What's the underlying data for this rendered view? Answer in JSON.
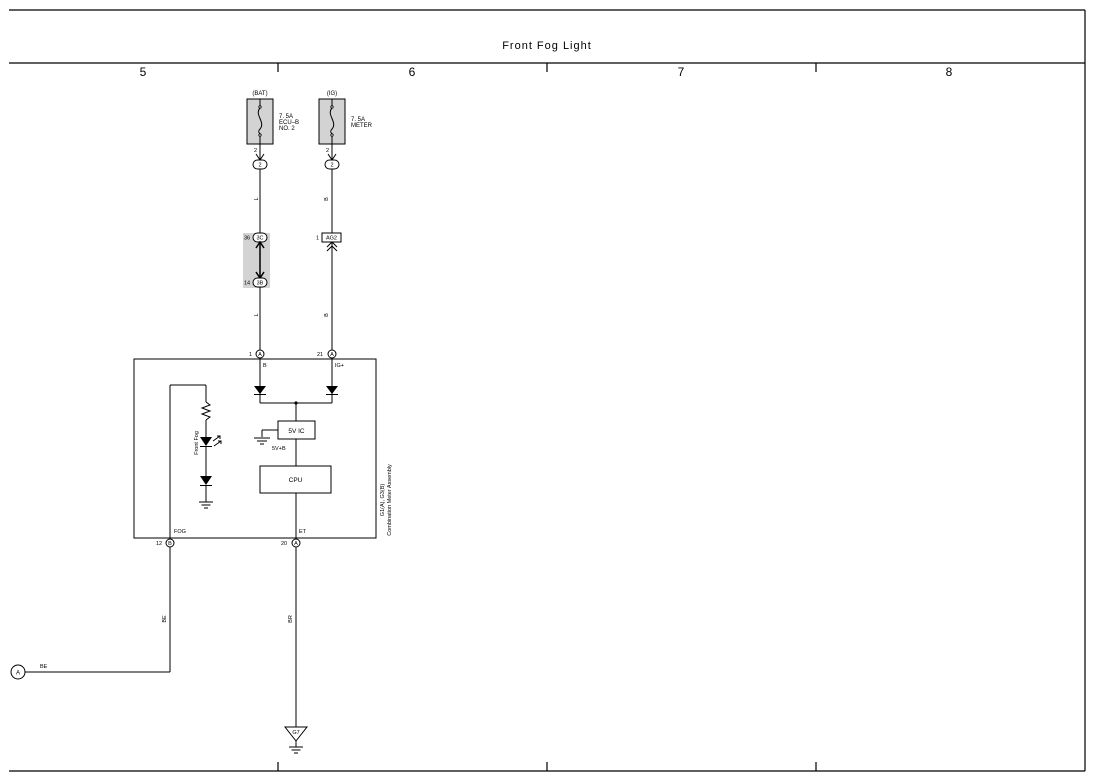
{
  "title": "Front Fog Light",
  "columns": [
    "5",
    "6",
    "7",
    "8"
  ],
  "fuses": [
    {
      "source": "(BAT)",
      "rating": "7. 5A",
      "name1": "ECU–B",
      "name2": "NO. 2",
      "pin": "2",
      "conn": "2"
    },
    {
      "source": "(IG)",
      "rating": "7. 5A",
      "name1": "METER",
      "name2": "",
      "pin": "2",
      "conn": "2"
    }
  ],
  "wires": {
    "bat_upper": "L",
    "bat_lower": "L",
    "ig_upper": "B",
    "ig_lower": "B",
    "fog_vertical": "BE",
    "fog_horizontal": "BE",
    "et_vertical": "BR"
  },
  "connectors": {
    "c3c_pin": "36",
    "c3c_label": "3C",
    "c3b_pin": "14",
    "c3b_label": "3B",
    "ag2_pin": "1",
    "ag2_label": "AG2",
    "meter_b_pin": "1",
    "meter_b_conn": "A",
    "meter_ig_pin": "21",
    "meter_ig_conn": "A",
    "fog_pin": "12",
    "fog_conn": "B",
    "et_pin": "20",
    "et_conn": "A"
  },
  "meter": {
    "term_b": "B",
    "term_ig": "IG+",
    "term_fog": "FOG",
    "term_et": "ET",
    "ic_label": "5V IC",
    "ic_output": "5V+B",
    "cpu_label": "CPU",
    "lamp_label": "Front Fog",
    "code": "G1(A), G3(B)",
    "name": "Combination Meter Assembly"
  },
  "offpage": "A",
  "ground": "G7"
}
